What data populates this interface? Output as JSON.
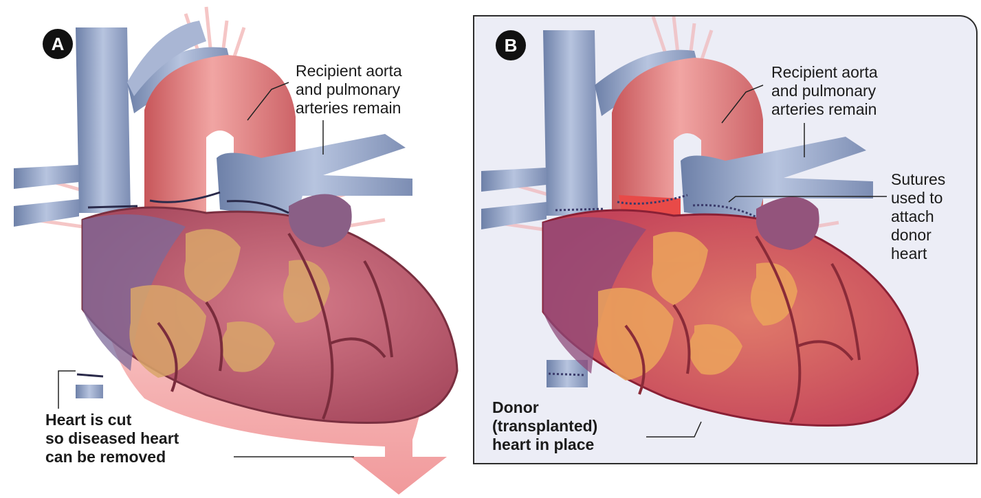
{
  "panel_a": {
    "badge": "A",
    "label_top": "Recipient aorta\nand pulmonary\narteries remain",
    "label_bottom": "Heart is cut\nso diseased heart\ncan be removed"
  },
  "panel_b": {
    "badge": "B",
    "label_top": "Recipient aorta\nand pulmonary\narteries remain",
    "label_sutures": "Sutures\nused to\nattach\ndonor\nheart",
    "label_bottom": "Donor\n(transplanted)\nheart in place"
  },
  "colors": {
    "vein_blue": "#8e9fc4",
    "aorta_pink": "#de7f80",
    "heart_red": "#c0566c",
    "fat_yellow": "#d9a76a",
    "arrow_pink": "#f3a6a8",
    "donor_red": "#e04c4c"
  }
}
